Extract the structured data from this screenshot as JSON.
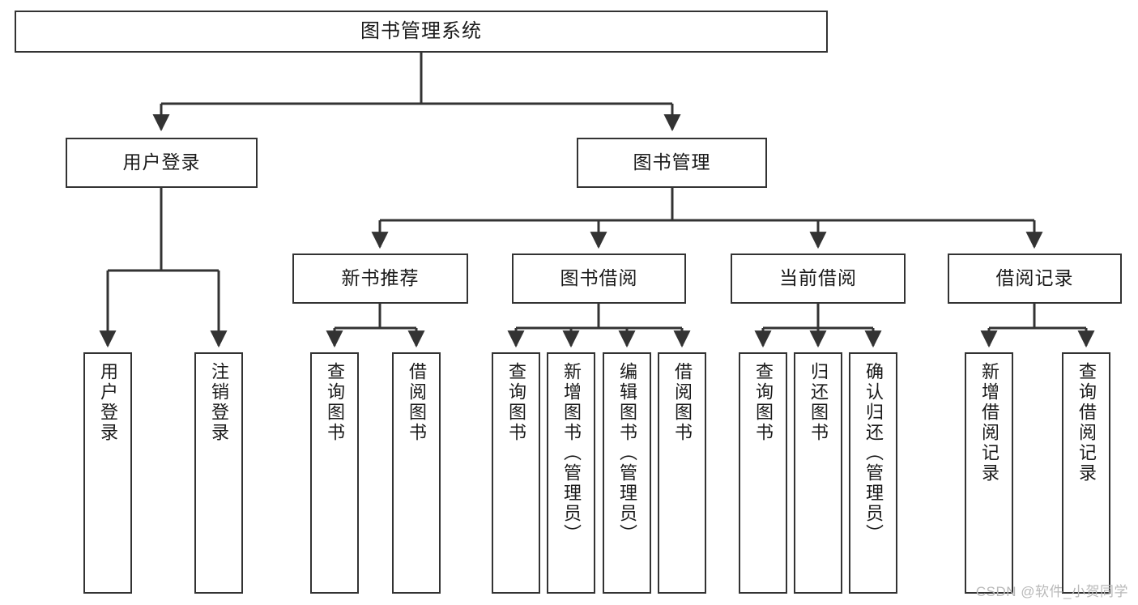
{
  "diagram": {
    "type": "tree",
    "title": "图书管理系统",
    "orientation": "top-down",
    "colors": {
      "box_border": "#333333",
      "box_fill": "#ffffff",
      "connector": "#333333",
      "text": "#1a1a1a",
      "watermark": "#b9b9b9",
      "background": "#ffffff"
    },
    "root": {
      "label": "图书管理系统"
    },
    "level2": [
      {
        "label": "用户登录"
      },
      {
        "label": "图书管理"
      }
    ],
    "level3": [
      {
        "label": "新书推荐"
      },
      {
        "label": "图书借阅"
      },
      {
        "label": "当前借阅"
      },
      {
        "label": "借阅记录"
      }
    ],
    "leaves": {
      "user_login": [
        {
          "label": "用户登录"
        },
        {
          "label": "注销登录"
        }
      ],
      "new_book_recommend": [
        {
          "label": "查询图书"
        },
        {
          "label": "借阅图书"
        }
      ],
      "book_borrow": [
        {
          "label": "查询图书"
        },
        {
          "label": "新增图书（管理员）"
        },
        {
          "label": "编辑图书（管理员）"
        },
        {
          "label": "借阅图书"
        }
      ],
      "current_borrow": [
        {
          "label": "查询图书"
        },
        {
          "label": "归还图书"
        },
        {
          "label": "确认归还（管理员）"
        }
      ],
      "borrow_record": [
        {
          "label": "新增借阅记录"
        },
        {
          "label": "查询借阅记录"
        }
      ]
    }
  },
  "watermark": {
    "text": "CSDN @软件_小贺同学"
  }
}
